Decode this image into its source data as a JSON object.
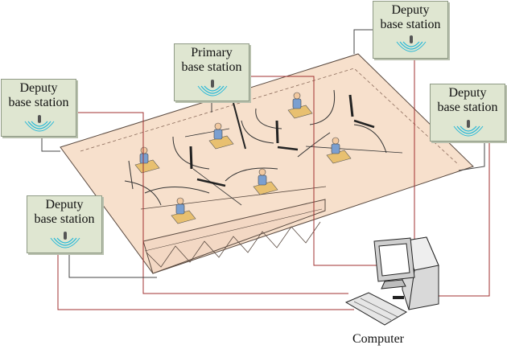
{
  "stations": {
    "deputy_top_right": {
      "line1": "Deputy",
      "line2": "base station"
    },
    "primary": {
      "line1": "Primary",
      "line2": "base station"
    },
    "deputy_left": {
      "line1": "Deputy",
      "line2": "base station"
    },
    "deputy_right": {
      "line1": "Deputy",
      "line2": "base station"
    },
    "deputy_bottom_left": {
      "line1": "Deputy",
      "line2": "base station"
    }
  },
  "computer": {
    "label": "Computer"
  },
  "colors": {
    "floor": "#f7e0cc",
    "floor_edge": "#5a4a40",
    "station_fill": "#dfe6d1",
    "wire_red": "#a03030",
    "wire_dark": "#555555",
    "signal": "#26b8d8"
  }
}
